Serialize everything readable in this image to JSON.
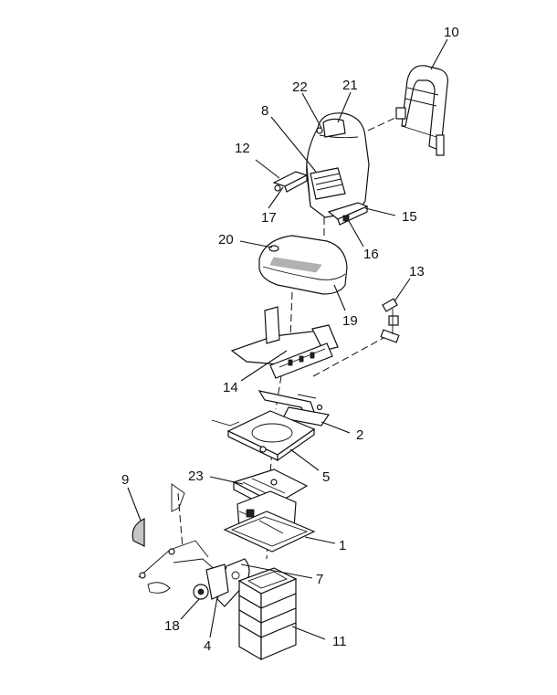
{
  "callouts": {
    "c1": "1",
    "c2": "2",
    "c4": "4",
    "c5": "5",
    "c7": "7",
    "c8": "8",
    "c9": "9",
    "c10": "10",
    "c11": "11",
    "c12": "12",
    "c13": "13",
    "c14": "14",
    "c15": "15",
    "c16": "16",
    "c17": "17",
    "c18": "18",
    "c19": "19",
    "c20": "20",
    "c21": "21",
    "c22": "22",
    "c23": "23"
  }
}
